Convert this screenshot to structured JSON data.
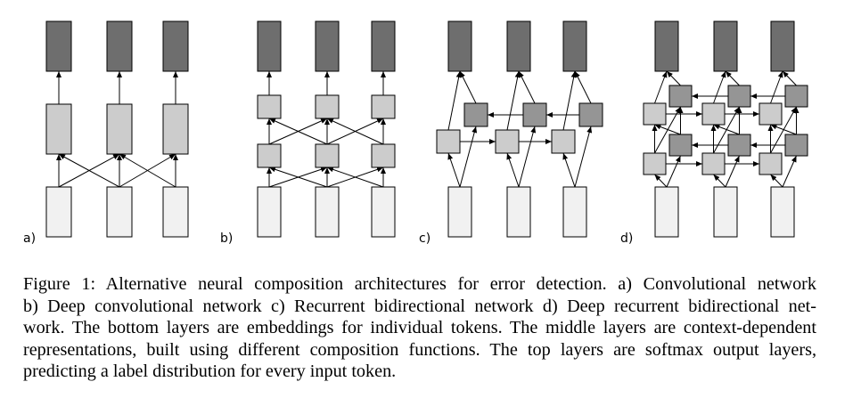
{
  "panels": [
    {
      "label": "a)"
    },
    {
      "label": "b)"
    },
    {
      "label": "c)"
    },
    {
      "label": "d)"
    }
  ],
  "caption": {
    "lines": [
      "Figure 1: Alternative neural composition architectures for error detection. a) Convolutional network",
      "b) Deep convolutional network c) Recurrent bidirectional network d) Deep recurrent bidirectional net-",
      "work. The bottom layers are embeddings for individual tokens. The middle layers are context-dependent",
      "representations, built using different composition functions. The top layers are softmax output layers,",
      "predicting a label distribution for every input token."
    ]
  },
  "colors": {
    "output": "#6e6e6e",
    "hidden": "#cccccc",
    "recurrent_dark": "#959595",
    "input": "#f1f1f1",
    "stroke": "#000000"
  }
}
